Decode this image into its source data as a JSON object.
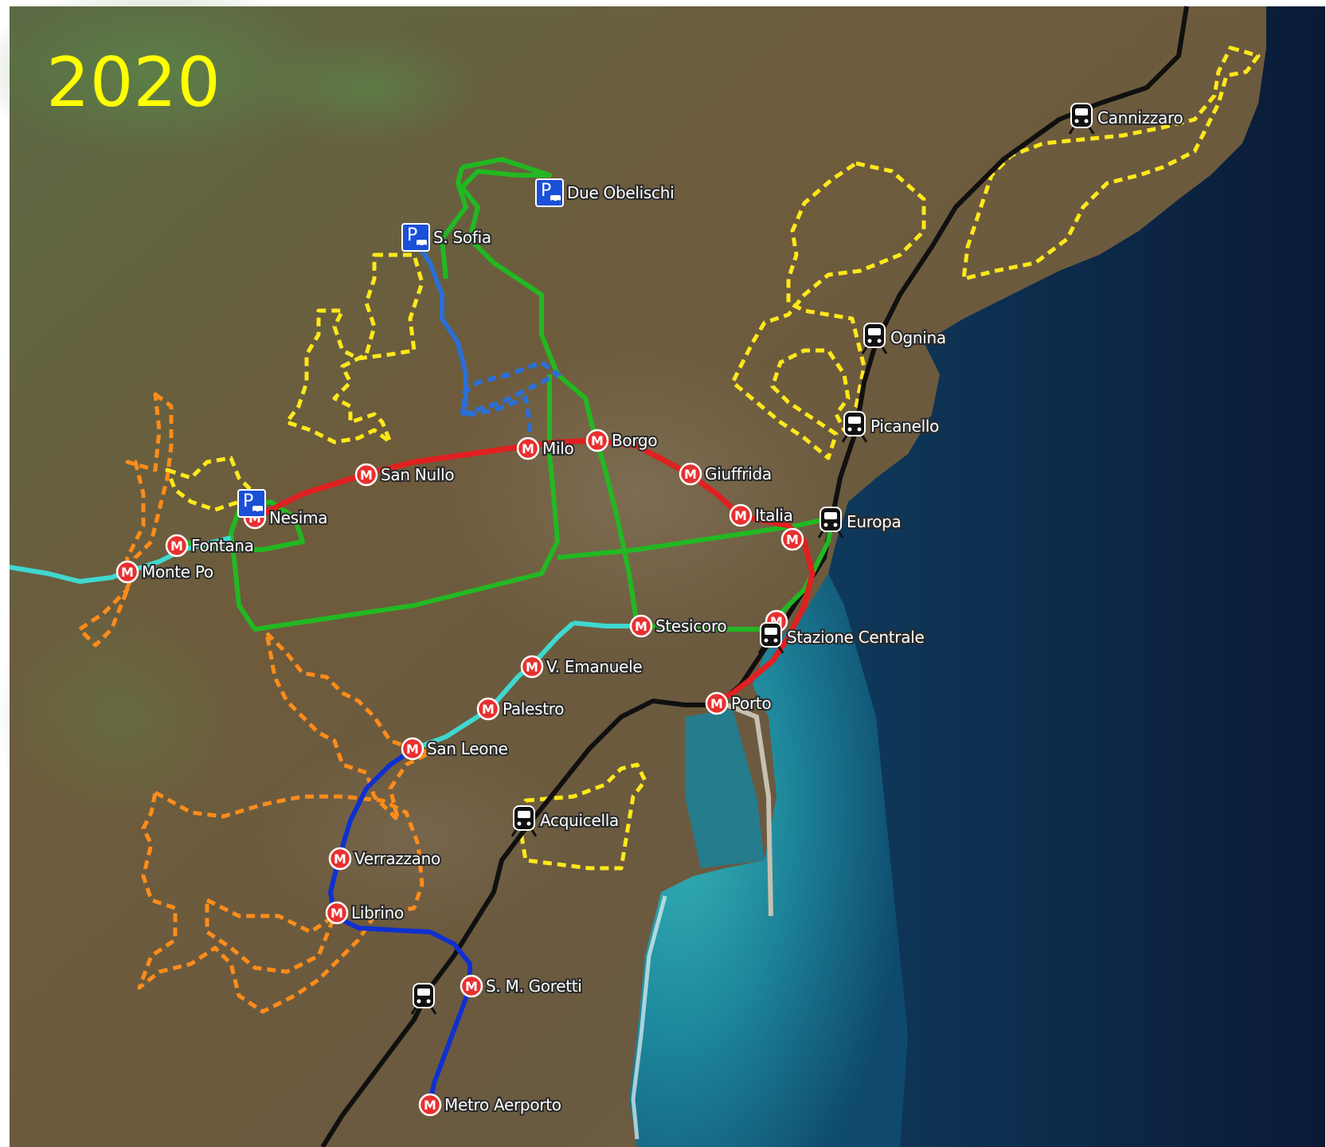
{
  "title": "2020",
  "colors": {
    "sea_deep": "#0b1e3c",
    "sea_coast": "#1f8fa0",
    "land": "#6b5a3a",
    "metro_red": "#e02020",
    "metro_cyan": "#3fd8d0",
    "metro_blue": "#1030d0",
    "tram_green": "#22b822",
    "line_blue": "#2b6fd6",
    "railway": "#101010",
    "dash_yellow": "#ffe81a",
    "dash_orange": "#ff8c1a",
    "parking": "#1a4fd8"
  },
  "icons": {
    "metro": "metro-m-icon",
    "parking": "parking-icon",
    "train": "train-icon"
  },
  "stations": {
    "metro": [
      {
        "id": "san-nullo",
        "label": "San Nullo"
      },
      {
        "id": "milo",
        "label": "Milo"
      },
      {
        "id": "borgo",
        "label": "Borgo"
      },
      {
        "id": "giuffrida",
        "label": "Giuffrida"
      },
      {
        "id": "italia",
        "label": "Italia"
      },
      {
        "id": "nesima",
        "label": "Nesima"
      },
      {
        "id": "fontana",
        "label": "Fontana"
      },
      {
        "id": "monte-po",
        "label": "Monte Po"
      },
      {
        "id": "stesicoro",
        "label": "Stesicoro"
      },
      {
        "id": "v-emanuele",
        "label": "V. Emanuele"
      },
      {
        "id": "palestro",
        "label": "Palestro"
      },
      {
        "id": "san-leone",
        "label": "San Leone"
      },
      {
        "id": "porto",
        "label": "Porto"
      },
      {
        "id": "verrazzano",
        "label": "Verrazzano"
      },
      {
        "id": "librino",
        "label": "Librino"
      },
      {
        "id": "sm-goretti",
        "label": "S. M. Goretti"
      },
      {
        "id": "metro-aeroporto",
        "label": "Metro Aerporto"
      }
    ],
    "parking": [
      {
        "id": "due-obelischi",
        "label": "Due Obelischi"
      },
      {
        "id": "s-sofia",
        "label": "S. Sofia"
      }
    ],
    "train": [
      {
        "id": "cannizzaro",
        "label": "Cannizzaro"
      },
      {
        "id": "ognina",
        "label": "Ognina"
      },
      {
        "id": "picanello",
        "label": "Picanello"
      },
      {
        "id": "europa",
        "label": "Europa"
      },
      {
        "id": "stazione-centrale",
        "label": "Stazione Centrale"
      },
      {
        "id": "acquicella",
        "label": "Acquicella"
      }
    ]
  }
}
